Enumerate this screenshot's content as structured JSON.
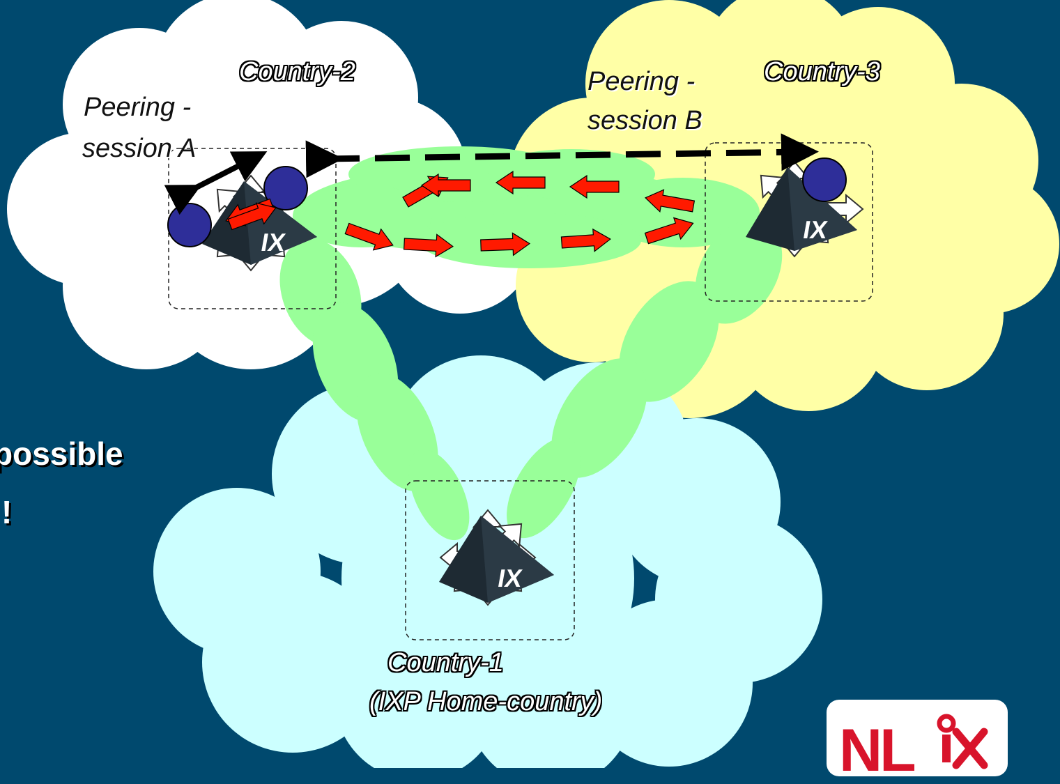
{
  "labels": {
    "country2": "Country-2",
    "country3": "Country-3",
    "country1_line1": "Country-1",
    "country1_line2": "(IXP Home-country)",
    "session_a_line1": "Peering -",
    "session_a_line2": "session A",
    "session_b_line1": "Peering -",
    "session_b_line2": "session B"
  },
  "side_text": {
    "line1": "possible",
    "line2": "!"
  },
  "ix_label": "IX",
  "logo": {
    "text": "NL",
    "ix_text": "ix"
  },
  "colors": {
    "background": "#00496e",
    "cloud_country2": "#ffffff",
    "cloud_country3": "#ffffa6",
    "cloud_country1": "#ccffff",
    "link_green": "#99ff99",
    "traffic_arrow": "#ff1a00",
    "member_dot": "#2e2e99",
    "logo_red": "#d8142b"
  }
}
